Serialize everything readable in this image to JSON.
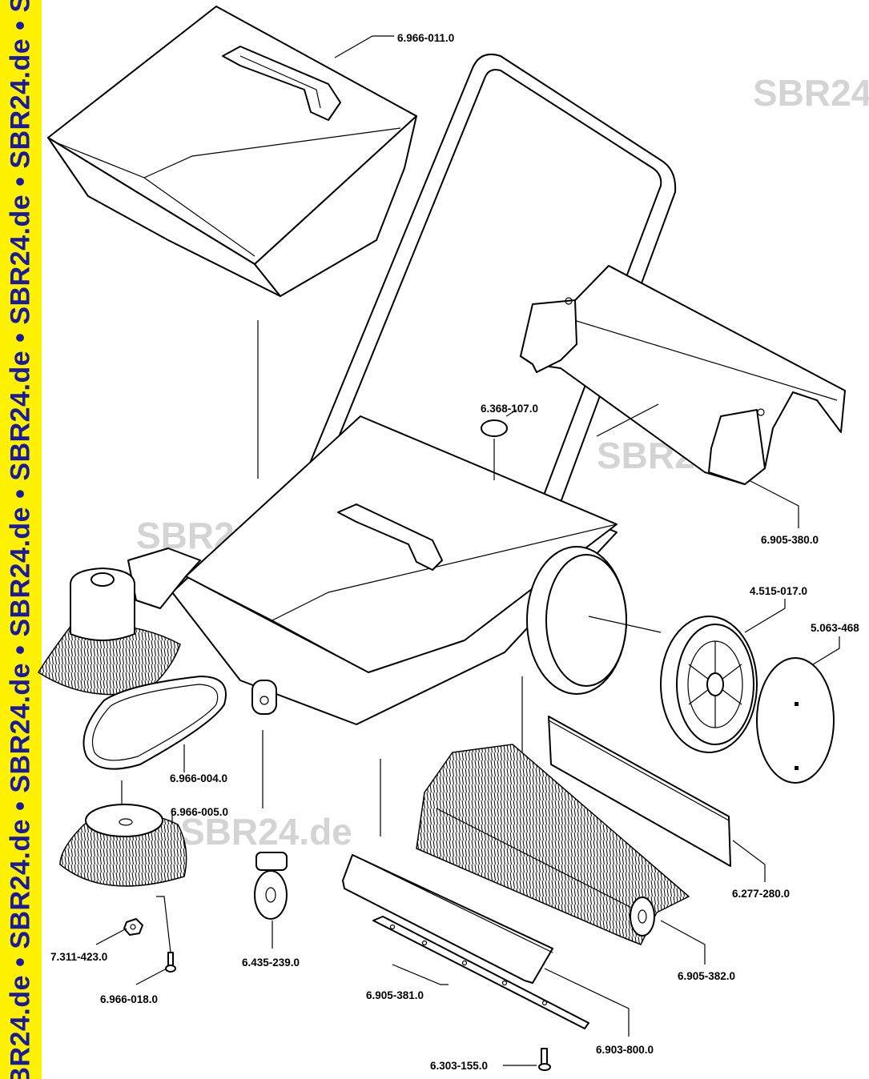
{
  "banner": {
    "text": "SBR24.de • SBR24.de • SBR24.de • SBR24.de • SBR24.de • SBR24.de • SBR24.de • SB",
    "background": "#fff200",
    "text_color": "#1a1aa0"
  },
  "watermark": "SBR24.de",
  "parts": {
    "hopper_lid": "6.966-011.0",
    "cap": "6.368-107.0",
    "rear_cover": "6.905-380.0",
    "wheel": "4.515-017.0",
    "hub_cap": "5.063-468",
    "drive_belt": "6.966-004.0",
    "side_brush": "6.966-005.0",
    "sealing_strip": "6.277-280.0",
    "roller_brush": "6.905-382.0",
    "nut": "7.311-423.0",
    "screw_small": "6.966-018.0",
    "caster": "6.435-239.0",
    "deflector": "6.905-381.0",
    "skirt_bar": "6.903-800.0",
    "screw_bottom": "6.303-155.0"
  }
}
